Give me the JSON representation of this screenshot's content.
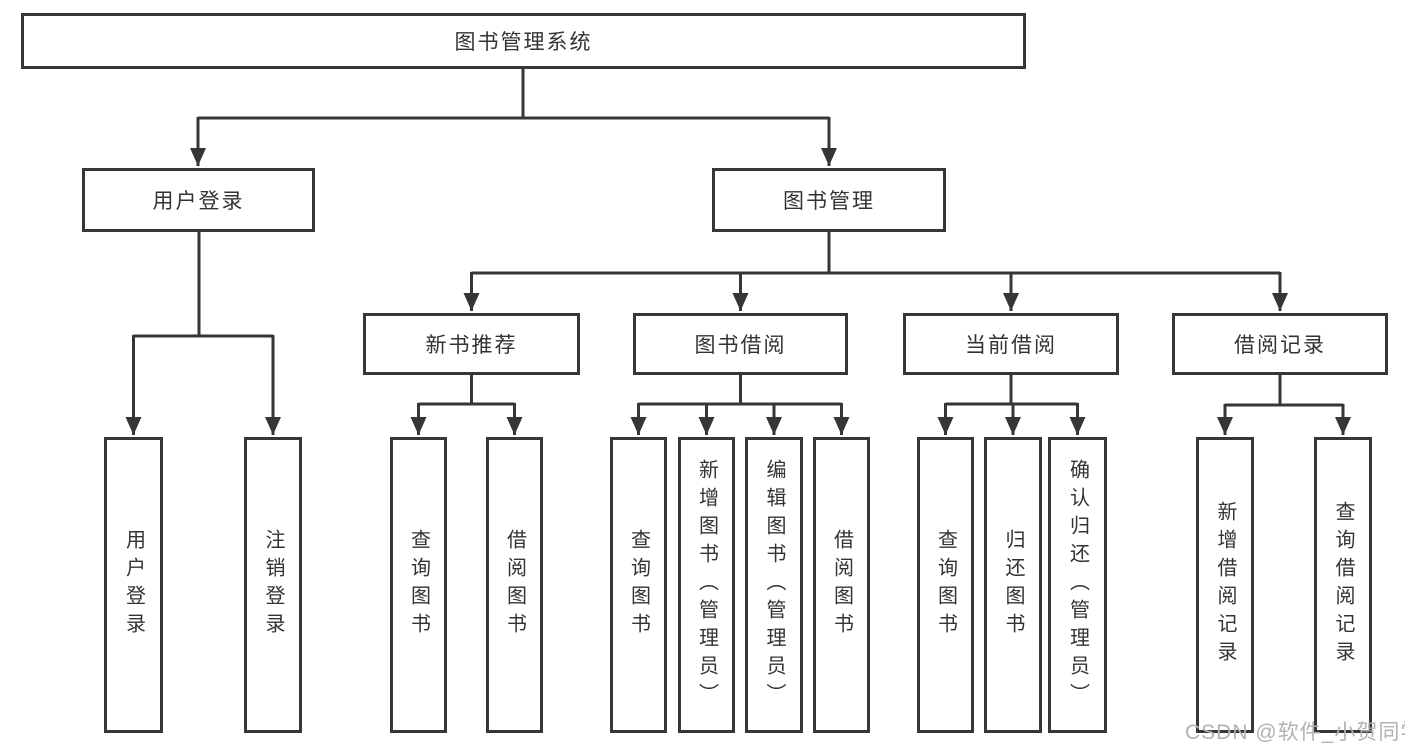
{
  "colors": {
    "line": "#363636",
    "box_border": "#363636",
    "text": "#333333",
    "background": "#ffffff",
    "watermark": "#b2b2b2"
  },
  "diagram": {
    "root": {
      "label": "图书管理系统"
    },
    "branches": [
      {
        "label": "用户登录",
        "leaves": [
          {
            "label": "用户登录"
          },
          {
            "label": "注销登录"
          }
        ]
      },
      {
        "label": "图书管理",
        "groups": [
          {
            "label": "新书推荐",
            "leaves": [
              {
                "label": "查询图书"
              },
              {
                "label": "借阅图书"
              }
            ]
          },
          {
            "label": "图书借阅",
            "leaves": [
              {
                "label": "查询图书"
              },
              {
                "label": "新增图书（管理员）"
              },
              {
                "label": "编辑图书（管理员）"
              },
              {
                "label": "借阅图书"
              }
            ]
          },
          {
            "label": "当前借阅",
            "leaves": [
              {
                "label": "查询图书"
              },
              {
                "label": "归还图书"
              },
              {
                "label": "确认归还（管理员）"
              }
            ]
          },
          {
            "label": "借阅记录",
            "leaves": [
              {
                "label": "新增借阅记录"
              },
              {
                "label": "查询借阅记录"
              }
            ]
          }
        ]
      }
    ]
  },
  "watermark": {
    "text": "CSDN @软件_小贺同学"
  }
}
